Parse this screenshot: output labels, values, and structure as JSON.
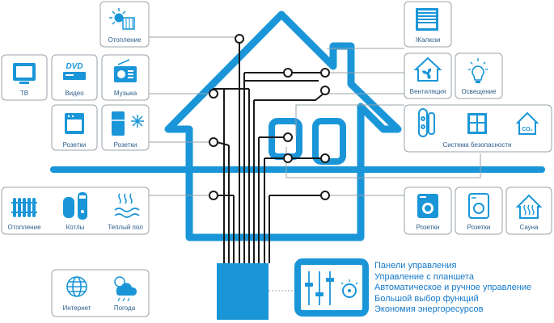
{
  "colors": {
    "accent": "#1a96d8",
    "frame": "#9aa3ab",
    "wire": "#1a1a1a",
    "text": "#2b5d8a",
    "feature_text": "#1479c9"
  },
  "devices": {
    "heating_top": "Отопление",
    "tv": "ТВ",
    "video": "Видео",
    "music": "Музыка",
    "sockets_1": "Розетки",
    "sockets_2": "Розетки",
    "heating_bottom": "Отопление",
    "boilers": "Котлы",
    "warm_floor": "Теплый пол",
    "internet": "Интернет",
    "weather": "Погода",
    "blinds": "Жалюзи",
    "ventilation": "Вентиляция",
    "lighting": "Освещение",
    "security": "Система безопасности",
    "sockets_3": "Розетки",
    "sockets_4": "Розетки",
    "sauna": "Сауна"
  },
  "features": [
    "Панели управления",
    "Управление с планшета",
    "Автоматическое и ручное управление",
    "Большой выбор функций",
    "Экономия энергоресурсов"
  ],
  "icons": [
    "sun-radiator-icon",
    "tv-icon",
    "dvd-icon",
    "radio-icon",
    "oven-icon",
    "fridge-snow-icon",
    "radiator-icon",
    "boiler-icon",
    "warm-floor-icon",
    "globe-icon",
    "weather-icon",
    "blinds-icon",
    "ventilation-icon",
    "lightbulb-icon",
    "door-sensor-icon",
    "window-icon",
    "co2-house-icon",
    "washer-icon",
    "dryer-icon",
    "sauna-icon",
    "tablet-sliders-icon"
  ]
}
